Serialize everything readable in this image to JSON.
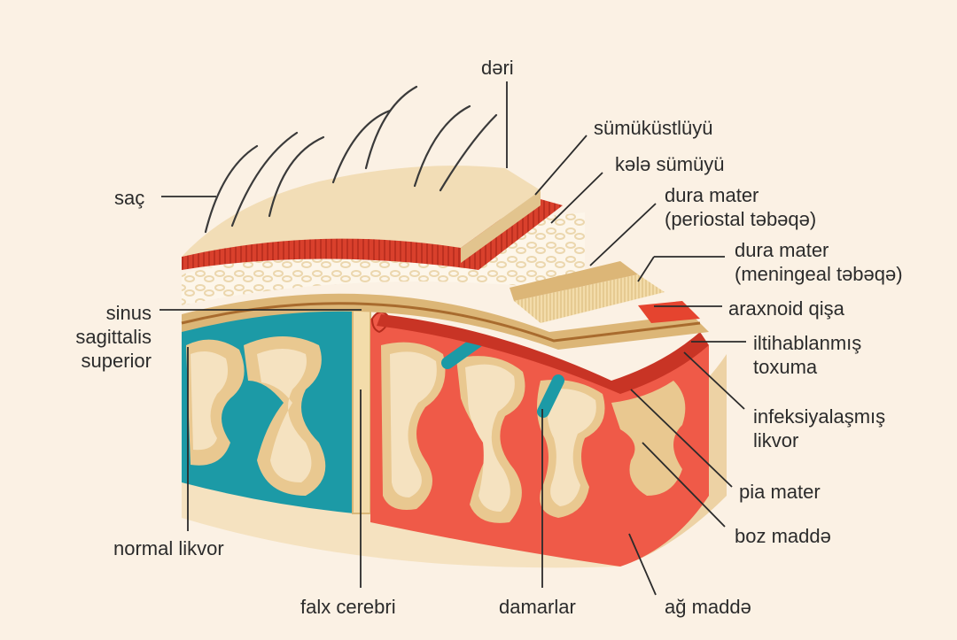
{
  "labels": {
    "deri": "dəri",
    "sumukustluyu": "sümüküstlüyü",
    "kele_sumuyu": "kələ sümüyü",
    "dura_periostal_1": "dura mater",
    "dura_periostal_2": "(periostal təbəqə)",
    "dura_meningeal_1": "dura mater",
    "dura_meningeal_2": "(meningeal təbəqə)",
    "araxnoid": "araxnoid qişa",
    "iltihab_1": "iltihablanmış",
    "iltihab_2": "toxuma",
    "infeksiya_1": "infeksiyalaşmış",
    "infeksiya_2": "likvor",
    "pia": "pia mater",
    "boz": "boz maddə",
    "ag": "ağ maddə",
    "damarlar": "damarlar",
    "falx": "falx cerebri",
    "normal": "normal likvor",
    "sinus_1": "sinus",
    "sinus_2": "sagittalis",
    "sinus_3": "superior",
    "sac": "saç"
  },
  "colors": {
    "background": "#fbf1e4",
    "skin": "#f2ddb6",
    "skin_dark": "#e2c48e",
    "periosteum": "#d9402c",
    "bone": "#fdf6ea",
    "bone_pattern": "#ecd7ae",
    "dura": "#dcb677",
    "dura_dark": "#a86b2e",
    "arachnoid_red": "#e5442f",
    "csf_normal": "#1c9aa6",
    "csf_infected": "#ef5a48",
    "gray_matter": "#e9c890",
    "white_matter": "#f5e2c0",
    "vessel": "#3bb2bd",
    "leader_line": "#2b2b2b"
  }
}
